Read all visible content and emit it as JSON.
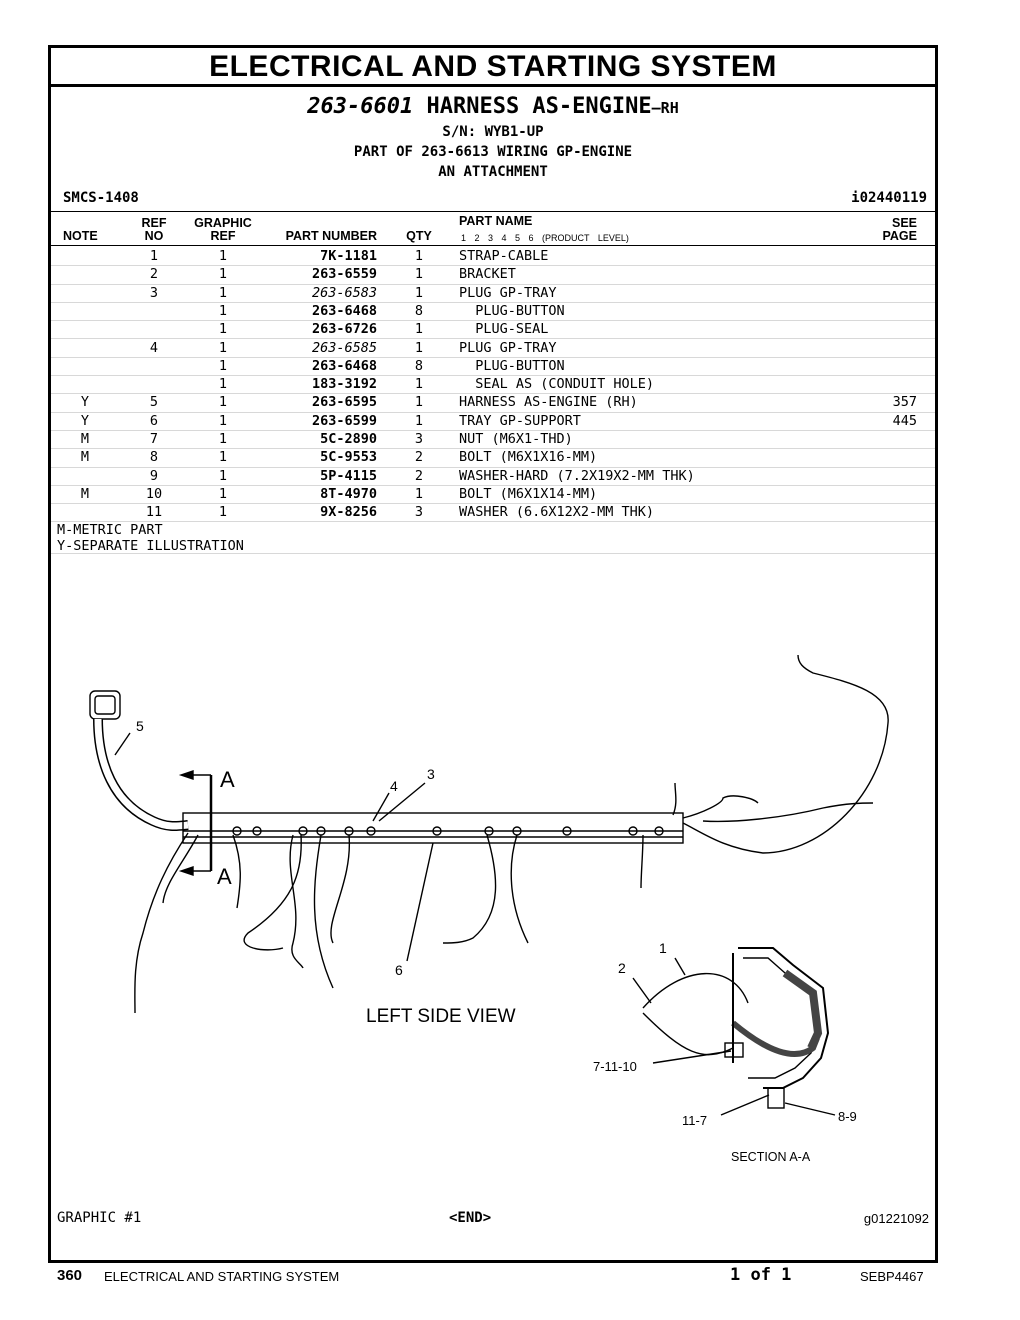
{
  "title": "ELECTRICAL AND STARTING SYSTEM",
  "header": {
    "part_number": "263-6601",
    "part_name": "HARNESS AS-ENGINE",
    "part_suffix": "—RH",
    "serial": "S/N: WYB1-UP",
    "part_of": "PART OF 263-6613 WIRING GP-ENGINE",
    "attachment": "AN ATTACHMENT",
    "smcs": "SMCS-1408",
    "illus_id": "i02440119"
  },
  "table": {
    "headers": {
      "note": "NOTE",
      "ref_top": "REF",
      "ref_bottom": "NO",
      "graphic_top": "GRAPHIC",
      "graphic_bottom": "REF",
      "part_number": "PART NUMBER",
      "qty": "QTY",
      "part_name": "PART NAME",
      "levels": "1 2 3 4 5 6 (PRODUCT LEVEL)",
      "see_top": "SEE",
      "see_bottom": "PAGE"
    },
    "rows": [
      {
        "note": "",
        "ref": "1",
        "gref": "1",
        "pn": "7K-1181",
        "qty": "1",
        "name": "STRAP-CABLE",
        "see": ""
      },
      {
        "note": "",
        "ref": "2",
        "gref": "1",
        "pn": "263-6559",
        "qty": "1",
        "name": "BRACKET",
        "see": ""
      },
      {
        "note": "",
        "ref": "3",
        "gref": "1",
        "pn": "263-6583",
        "qty": "1",
        "name": "PLUG GP-TRAY",
        "see": ""
      },
      {
        "note": "",
        "ref": "",
        "gref": "1",
        "pn": "263-6468",
        "qty": "8",
        "name": "  PLUG-BUTTON",
        "see": ""
      },
      {
        "note": "",
        "ref": "",
        "gref": "1",
        "pn": "263-6726",
        "qty": "1",
        "name": "  PLUG-SEAL",
        "see": ""
      },
      {
        "note": "",
        "ref": "4",
        "gref": "1",
        "pn": "263-6585",
        "qty": "1",
        "name": "PLUG GP-TRAY",
        "see": ""
      },
      {
        "note": "",
        "ref": "",
        "gref": "1",
        "pn": "263-6468",
        "qty": "8",
        "name": "  PLUG-BUTTON",
        "see": ""
      },
      {
        "note": "",
        "ref": "",
        "gref": "1",
        "pn": "183-3192",
        "qty": "1",
        "name": "  SEAL AS (CONDUIT HOLE)",
        "see": ""
      },
      {
        "note": "Y",
        "ref": "5",
        "gref": "1",
        "pn": "263-6595",
        "qty": "1",
        "name": "HARNESS AS-ENGINE (RH)",
        "see": "357"
      },
      {
        "note": "Y",
        "ref": "6",
        "gref": "1",
        "pn": "263-6599",
        "qty": "1",
        "name": "TRAY GP-SUPPORT",
        "see": "445"
      },
      {
        "note": "M",
        "ref": "7",
        "gref": "1",
        "pn": "5C-2890",
        "qty": "3",
        "name": "NUT (M6X1-THD)",
        "see": ""
      },
      {
        "note": "M",
        "ref": "8",
        "gref": "1",
        "pn": "5C-9553",
        "qty": "2",
        "name": "BOLT (M6X1X16-MM)",
        "see": ""
      },
      {
        "note": "",
        "ref": "9",
        "gref": "1",
        "pn": "5P-4115",
        "qty": "2",
        "name": "WASHER-HARD (7.2X19X2-MM THK)",
        "see": ""
      },
      {
        "note": "M",
        "ref": "10",
        "gref": "1",
        "pn": "8T-4970",
        "qty": "1",
        "name": "BOLT (M6X1X14-MM)",
        "see": ""
      },
      {
        "note": "",
        "ref": "11",
        "gref": "1",
        "pn": "9X-8256",
        "qty": "3",
        "name": "WASHER (6.6X12X2-MM THK)",
        "see": ""
      }
    ]
  },
  "notes": [
    "M-METRIC PART",
    "Y-SEPARATE ILLUSTRATION"
  ],
  "drawing": {
    "callouts": [
      "5",
      "4",
      "3",
      "A",
      "A",
      "6",
      "1",
      "2",
      "7-11-10",
      "11-7",
      "8-9"
    ],
    "view_label": "LEFT SIDE VIEW",
    "section_label": "SECTION A-A"
  },
  "graphic_label": "GRAPHIC #1",
  "end_label": "<END>",
  "graphic_id": "g01221092",
  "footer": {
    "page": "360",
    "section": "ELECTRICAL AND STARTING SYSTEM",
    "page_of": "1 of 1",
    "doc": "SEBP4467"
  }
}
